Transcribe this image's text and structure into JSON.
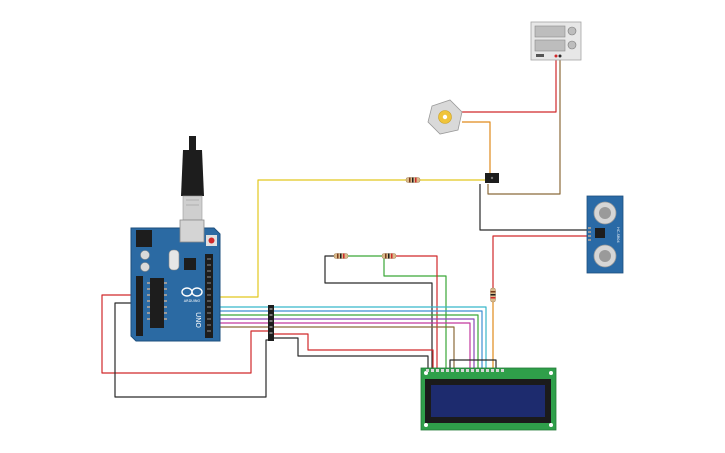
{
  "colors": {
    "background": "#ffffff",
    "arduino_board": "#2b6aa3",
    "arduino_board_dark": "#1d4f7e",
    "header_black": "#1d1d1d",
    "usb_silver": "#cfcfcf",
    "wire_red": "#d0292b",
    "wire_black": "#2a2a2a",
    "wire_yellow": "#e2c81f",
    "wire_green": "#3aa637",
    "wire_orange": "#e08a1c",
    "wire_brown": "#8b6a3a",
    "wire_blue": "#3d8fd1",
    "wire_cyan": "#38b6c9",
    "wire_purple": "#8a49b8",
    "wire_magenta": "#c2389e",
    "lcd_pcb": "#2f9f4a",
    "lcd_screen": "#1d2b6e",
    "sensor_pcb": "#2a6aa6",
    "motor_body": "#d9d9d9",
    "motor_shaft": "#f0c43a",
    "power_supply_body": "#e7e7e7",
    "resistor_body": "#d9b98a"
  },
  "components": {
    "arduino": {
      "label_uno": "UNO",
      "label_brand": "ARDUINO",
      "icon": "arduino-infinity-logo"
    },
    "lcd": {
      "type": "16x2 LCD"
    },
    "ultrasonic": {
      "label": "HC-SR04"
    },
    "motor": {
      "icon": "dc-motor-icon"
    },
    "power_supply": {
      "icon": "bench-power-supply-icon"
    },
    "transistor": {
      "icon": "transistor-icon"
    }
  }
}
